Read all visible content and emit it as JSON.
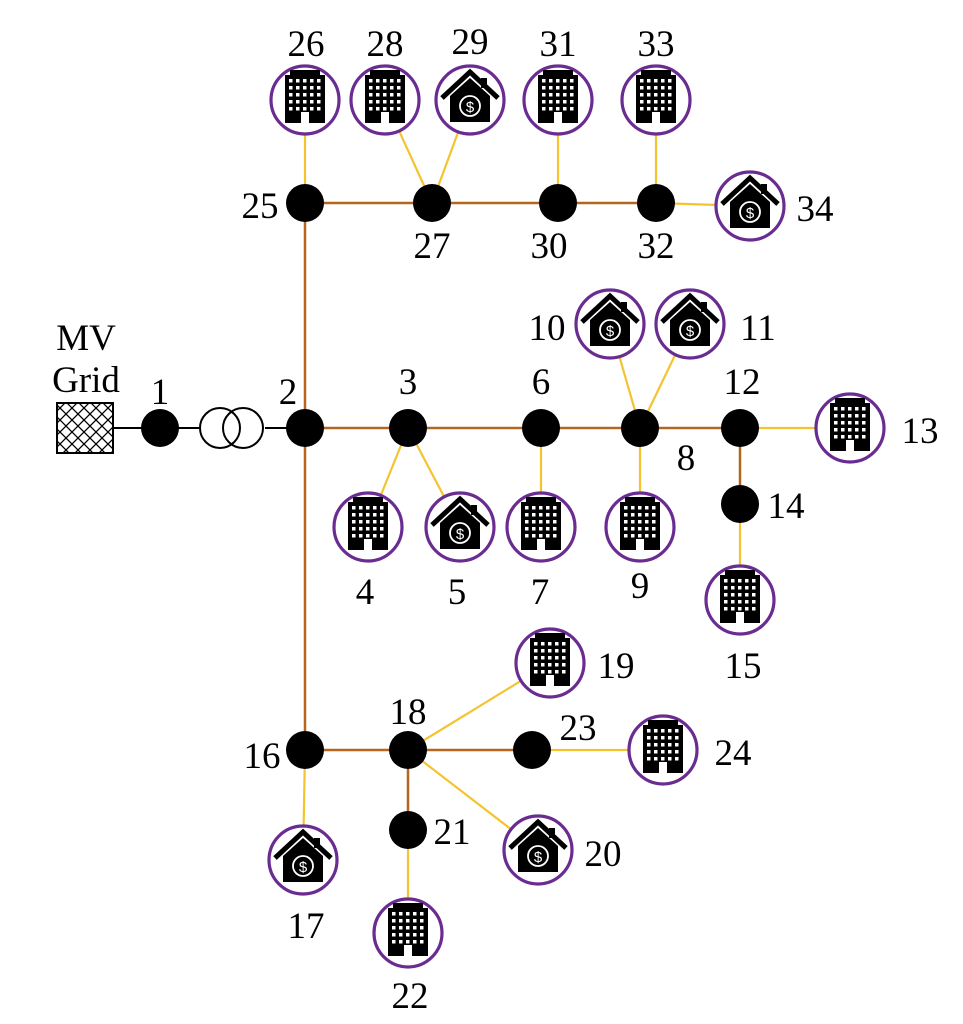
{
  "grid_label": {
    "line1": "MV",
    "line2": "Grid"
  },
  "colors": {
    "main_line": "#b5651d",
    "branch_line": "#f4c430",
    "circle": "#6a2c91",
    "node": "#000000",
    "grid_box": "#000000"
  },
  "legend_icons": {
    "office": "office-building-icon",
    "home": "home-dollar-icon",
    "transformer": "transformer-icon",
    "grid": "mv-grid-icon"
  },
  "nodes": [
    {
      "id": "1",
      "kind": "bus"
    },
    {
      "id": "2",
      "kind": "bus"
    },
    {
      "id": "3",
      "kind": "bus"
    },
    {
      "id": "4",
      "kind": "office"
    },
    {
      "id": "5",
      "kind": "home"
    },
    {
      "id": "6",
      "kind": "bus"
    },
    {
      "id": "7",
      "kind": "office"
    },
    {
      "id": "8",
      "kind": "bus"
    },
    {
      "id": "9",
      "kind": "office"
    },
    {
      "id": "10",
      "kind": "home"
    },
    {
      "id": "11",
      "kind": "home"
    },
    {
      "id": "12",
      "kind": "bus"
    },
    {
      "id": "13",
      "kind": "office"
    },
    {
      "id": "14",
      "kind": "bus"
    },
    {
      "id": "15",
      "kind": "office"
    },
    {
      "id": "16",
      "kind": "bus"
    },
    {
      "id": "17",
      "kind": "home"
    },
    {
      "id": "18",
      "kind": "bus"
    },
    {
      "id": "19",
      "kind": "office"
    },
    {
      "id": "20",
      "kind": "home"
    },
    {
      "id": "21",
      "kind": "bus"
    },
    {
      "id": "22",
      "kind": "office"
    },
    {
      "id": "23",
      "kind": "bus"
    },
    {
      "id": "24",
      "kind": "office"
    },
    {
      "id": "25",
      "kind": "bus"
    },
    {
      "id": "26",
      "kind": "office"
    },
    {
      "id": "27",
      "kind": "bus"
    },
    {
      "id": "28",
      "kind": "office"
    },
    {
      "id": "29",
      "kind": "home"
    },
    {
      "id": "30",
      "kind": "bus"
    },
    {
      "id": "31",
      "kind": "office"
    },
    {
      "id": "32",
      "kind": "bus"
    },
    {
      "id": "33",
      "kind": "office"
    },
    {
      "id": "34",
      "kind": "home"
    }
  ],
  "edges": [
    [
      "1",
      "2",
      "transformer"
    ],
    [
      "2",
      "3",
      "main"
    ],
    [
      "3",
      "6",
      "main"
    ],
    [
      "6",
      "8",
      "main"
    ],
    [
      "8",
      "12",
      "main"
    ],
    [
      "12",
      "14",
      "main"
    ],
    [
      "2",
      "25",
      "main"
    ],
    [
      "25",
      "27",
      "main"
    ],
    [
      "27",
      "30",
      "main"
    ],
    [
      "30",
      "32",
      "main"
    ],
    [
      "2",
      "16",
      "main"
    ],
    [
      "16",
      "18",
      "main"
    ],
    [
      "18",
      "23",
      "main"
    ],
    [
      "18",
      "21",
      "main"
    ],
    [
      "3",
      "4",
      "branch"
    ],
    [
      "3",
      "5",
      "branch"
    ],
    [
      "6",
      "7",
      "branch"
    ],
    [
      "8",
      "9",
      "branch"
    ],
    [
      "8",
      "10",
      "branch"
    ],
    [
      "8",
      "11",
      "branch"
    ],
    [
      "12",
      "13",
      "branch"
    ],
    [
      "14",
      "15",
      "branch"
    ],
    [
      "16",
      "17",
      "branch"
    ],
    [
      "18",
      "19",
      "branch"
    ],
    [
      "18",
      "20",
      "branch"
    ],
    [
      "21",
      "22",
      "branch"
    ],
    [
      "23",
      "24",
      "branch"
    ],
    [
      "25",
      "26",
      "branch"
    ],
    [
      "27",
      "28",
      "branch"
    ],
    [
      "27",
      "29",
      "branch"
    ],
    [
      "30",
      "31",
      "branch"
    ],
    [
      "32",
      "33",
      "branch"
    ],
    [
      "32",
      "34",
      "branch"
    ]
  ]
}
